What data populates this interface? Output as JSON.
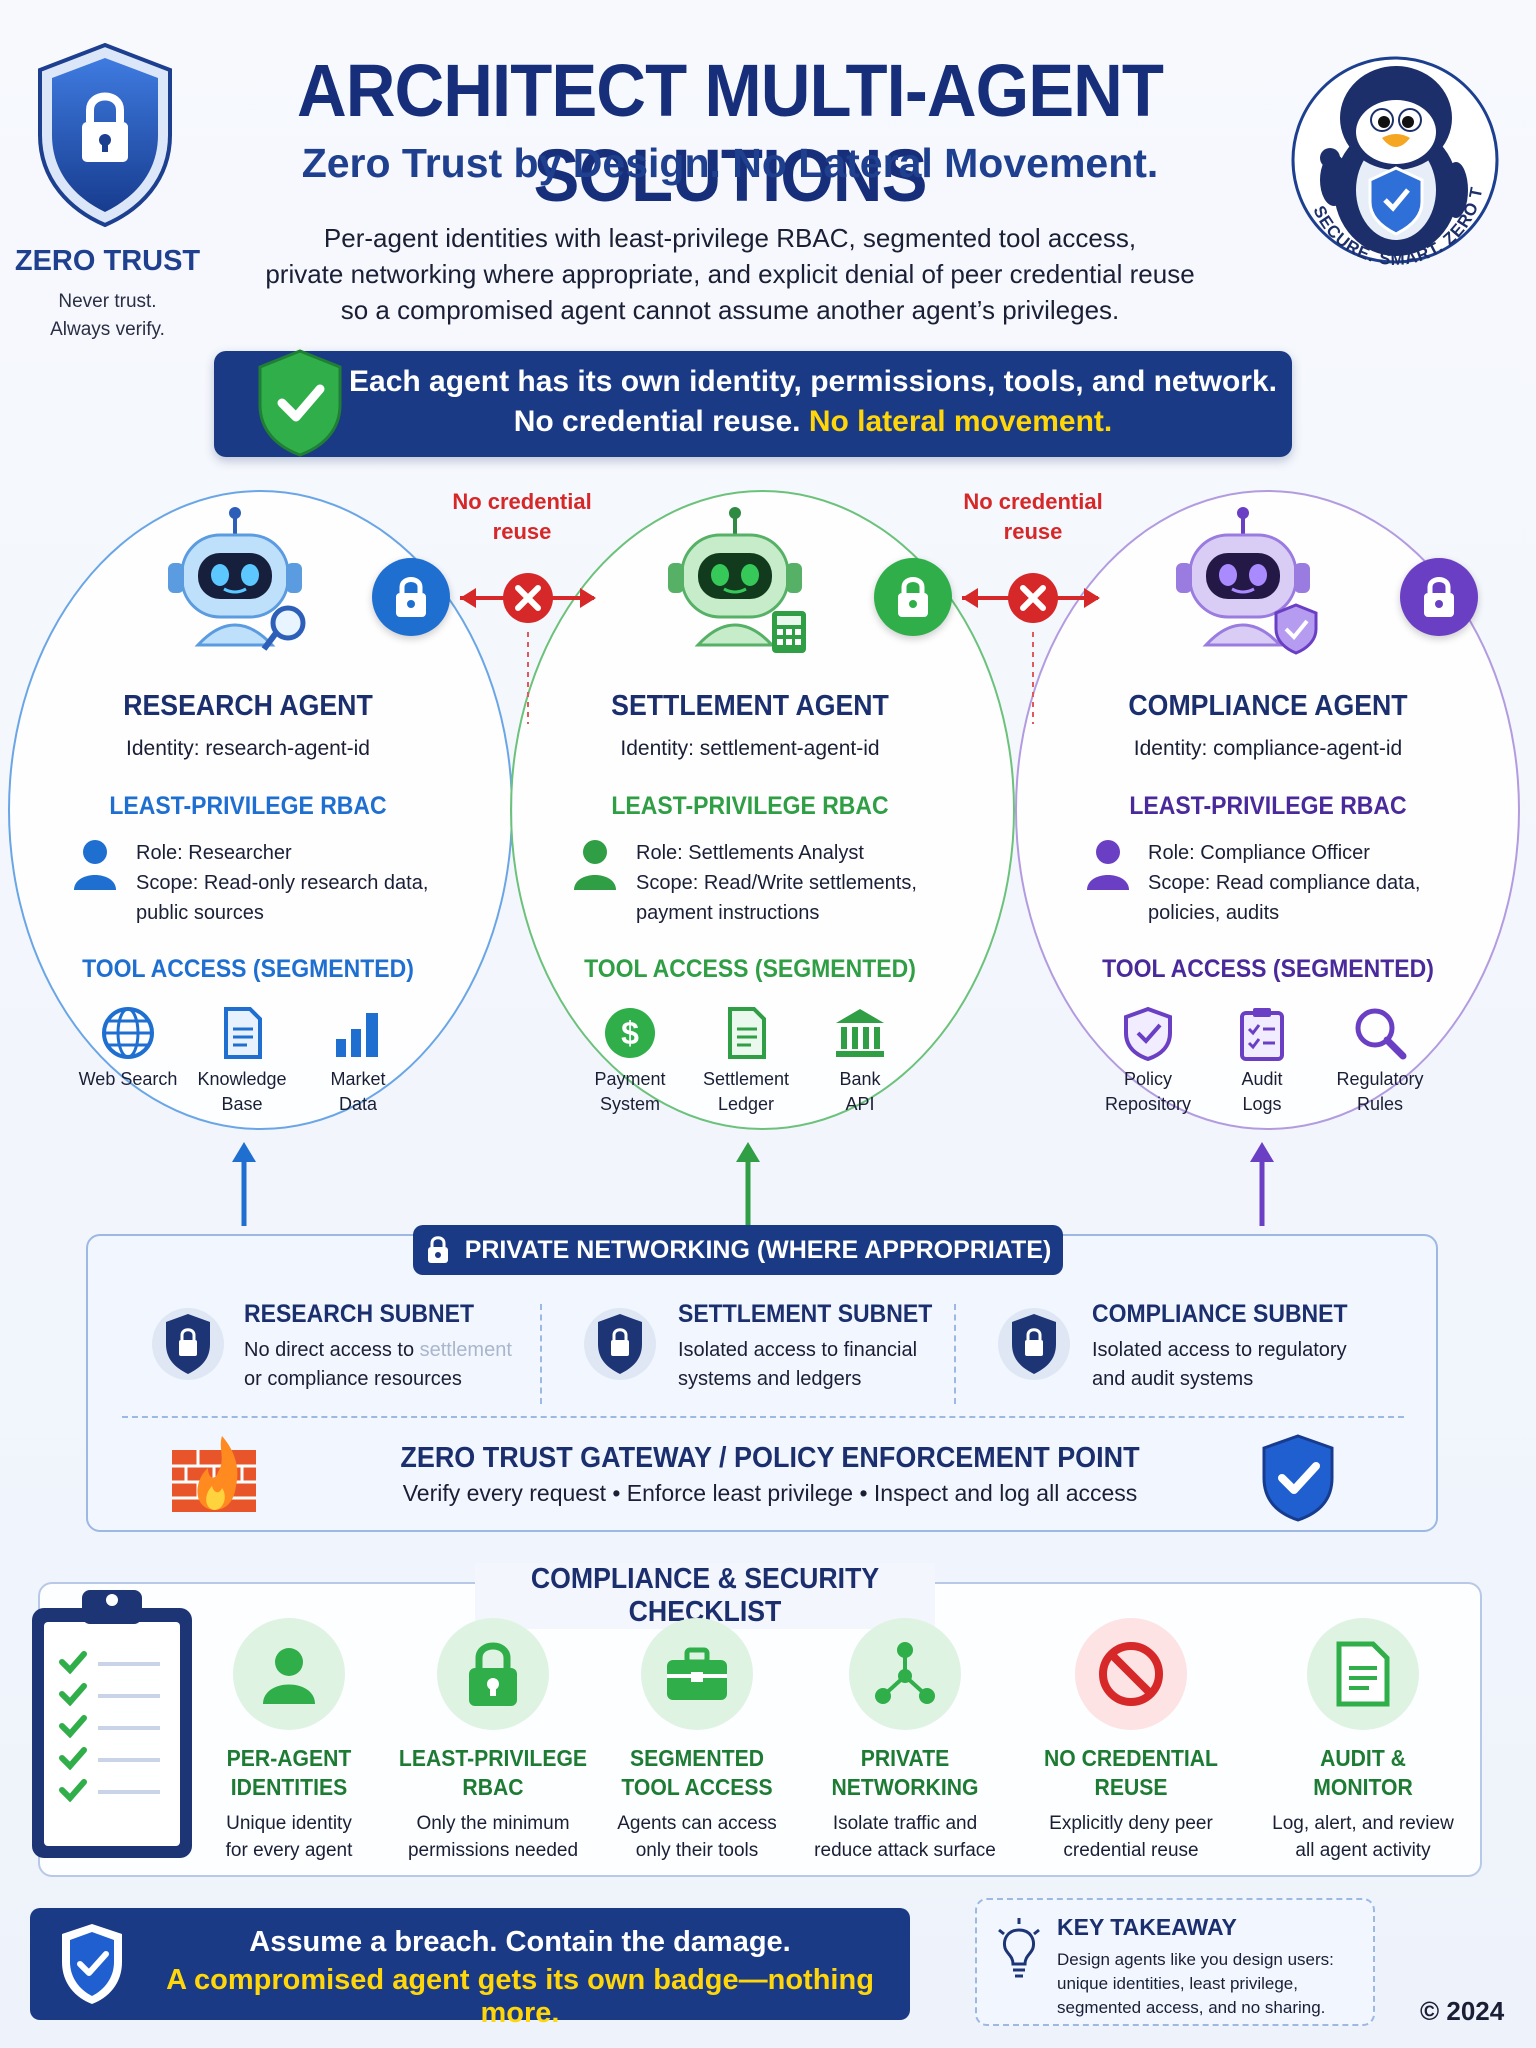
{
  "header": {
    "badge_title": "ZERO TRUST",
    "badge_sub_1": "Never trust.",
    "badge_sub_2": "Always verify.",
    "title": "ARCHITECT MULTI-AGENT SOLUTIONS",
    "subtitle": "Zero Trust by Design. No Lateral Movement.",
    "intro_1": "Per-agent identities with least-privilege RBAC, segmented tool access,",
    "intro_2": "private networking where appropriate, and explicit denial of peer credential reuse",
    "intro_3": "so a compromised agent cannot assume another agent’s privileges.",
    "mascot_ring_text": "SECURE. SMART. ZERO TRUST."
  },
  "banner": {
    "line1": "Each agent has its own identity, permissions, tools, and network.",
    "line2_white": "No credential reuse. ",
    "line2_yellow": "No lateral movement."
  },
  "no_cred_label_1": "No credential",
  "no_cred_label_2": "reuse",
  "agents": [
    {
      "name": "RESEARCH AGENT",
      "identity": "Identity: research-agent-id",
      "rbac_title": "LEAST-PRIVILEGE RBAC",
      "role": "Role: Researcher",
      "scope_1": "Scope: Read-only research data,",
      "scope_2": "public sources",
      "tool_title": "TOOL ACCESS (SEGMENTED)",
      "tools": [
        {
          "l1": "Web Search",
          "l2": "",
          "icon": "globe-icon"
        },
        {
          "l1": "Knowledge",
          "l2": "Base",
          "icon": "document-icon"
        },
        {
          "l1": "Market",
          "l2": "Data",
          "icon": "bar-chart-icon"
        }
      ],
      "color": "#1f6fd1"
    },
    {
      "name": "SETTLEMENT AGENT",
      "identity": "Identity: settlement-agent-id",
      "rbac_title": "LEAST-PRIVILEGE RBAC",
      "role": "Role: Settlements Analyst",
      "scope_1": "Scope: Read/Write settlements,",
      "scope_2": "payment instructions",
      "tool_title": "TOOL ACCESS (SEGMENTED)",
      "tools": [
        {
          "l1": "Payment",
          "l2": "System",
          "icon": "dollar-icon"
        },
        {
          "l1": "Settlement",
          "l2": "Ledger",
          "icon": "ledger-icon"
        },
        {
          "l1": "Bank",
          "l2": "API",
          "icon": "bank-icon"
        }
      ],
      "color": "#2f9e44"
    },
    {
      "name": "COMPLIANCE AGENT",
      "identity": "Identity: compliance-agent-id",
      "rbac_title": "LEAST-PRIVILEGE RBAC",
      "role": "Role: Compliance Officer",
      "scope_1": "Scope: Read compliance data,",
      "scope_2": "policies, audits",
      "tool_title": "TOOL ACCESS (SEGMENTED)",
      "tools": [
        {
          "l1": "Policy",
          "l2": "Repository",
          "icon": "policy-shield-icon"
        },
        {
          "l1": "Audit",
          "l2": "Logs",
          "icon": "clipboard-icon"
        },
        {
          "l1": "Regulatory",
          "l2": "Rules",
          "icon": "magnifier-icon"
        }
      ],
      "color": "#6a3fc4"
    }
  ],
  "networking": {
    "title": "PRIVATE NETWORKING (WHERE APPROPRIATE)",
    "subnets": [
      {
        "title": "RESEARCH SUBNET",
        "l1a": "No direct access to ",
        "l1b": "settlement",
        "l2": "or compliance resources"
      },
      {
        "title": "SETTLEMENT SUBNET",
        "l1a": "Isolated access to financial",
        "l1b": "",
        "l2": "systems and ledgers"
      },
      {
        "title": "COMPLIANCE SUBNET",
        "l1a": "Isolated access to regulatory",
        "l1b": "",
        "l2": "and audit systems"
      }
    ],
    "gateway_title": "ZERO TRUST GATEWAY / POLICY ENFORCEMENT POINT",
    "gateway_text": "Verify every request • Enforce least privilege • Inspect and log all access"
  },
  "checklist": {
    "title": "COMPLIANCE & SECURITY CHECKLIST",
    "items": [
      {
        "h1": "PER-AGENT",
        "h2": "IDENTITIES",
        "t1": "Unique identity",
        "t2": "for every agent",
        "icon": "person-icon"
      },
      {
        "h1": "LEAST-PRIVILEGE",
        "h2": "RBAC",
        "t1": "Only the minimum",
        "t2": "permissions needed",
        "icon": "lock-icon"
      },
      {
        "h1": "SEGMENTED",
        "h2": "TOOL ACCESS",
        "t1": "Agents can access",
        "t2": "only their tools",
        "icon": "toolbox-icon"
      },
      {
        "h1": "PRIVATE",
        "h2": "NETWORKING",
        "t1": "Isolate traffic and",
        "t2": "reduce attack surface",
        "icon": "network-icon"
      },
      {
        "h1": "NO CREDENTIAL",
        "h2": "REUSE",
        "t1": "Explicitly deny peer",
        "t2": "credential reuse",
        "icon": "prohibited-icon"
      },
      {
        "h1": "AUDIT &",
        "h2": "MONITOR",
        "t1": "Log, alert, and review",
        "t2": "all agent activity",
        "icon": "report-icon"
      }
    ]
  },
  "footer": {
    "line1": "Assume a breach. Contain the damage.",
    "line2": "A compromised agent gets its own badge—nothing more.",
    "takeaway_title": "KEY TAKEAWAY",
    "takeaway_1": "Design agents like you design users:",
    "takeaway_2": "unique identities, least privilege,",
    "takeaway_3": "segmented access, and no sharing.",
    "copyright": "© 2024"
  }
}
